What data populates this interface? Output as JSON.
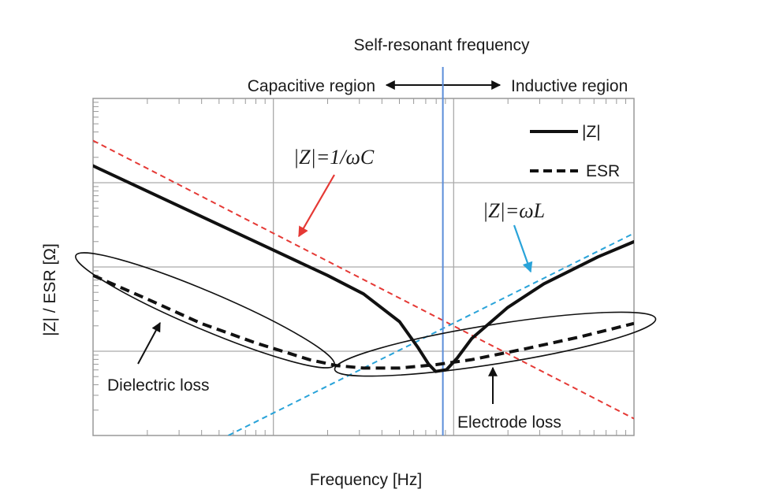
{
  "chart_data": {
    "type": "line",
    "title": "Self-resonant frequency",
    "xlabel": "Frequency [Hz]",
    "ylabel": "|Z| / ESR [Ω]",
    "x_scale": "log",
    "y_scale": "log",
    "x_decades": 3,
    "y_decades": 4,
    "xlim": [
      0,
      3
    ],
    "ylim": [
      0,
      4
    ],
    "grid": true,
    "legend_position": "top-right",
    "region_labels": {
      "left": "Capacitive region",
      "right": "Inductive region"
    },
    "resonance_x": 1.94,
    "series": [
      {
        "name": "|Z|",
        "style": "solid",
        "color": "#111111",
        "points": [
          [
            0.0,
            3.2
          ],
          [
            0.3,
            2.9
          ],
          [
            0.6,
            2.6
          ],
          [
            1.0,
            2.2
          ],
          [
            1.3,
            1.9
          ],
          [
            1.5,
            1.68
          ],
          [
            1.7,
            1.35
          ],
          [
            1.8,
            1.05
          ],
          [
            1.86,
            0.85
          ],
          [
            1.9,
            0.76
          ],
          [
            1.96,
            0.78
          ],
          [
            2.02,
            0.92
          ],
          [
            2.1,
            1.15
          ],
          [
            2.3,
            1.52
          ],
          [
            2.5,
            1.8
          ],
          [
            2.8,
            2.12
          ],
          [
            3.0,
            2.3
          ]
        ]
      },
      {
        "name": "ESR",
        "style": "dashed",
        "color": "#111111",
        "points": [
          [
            0.0,
            1.9
          ],
          [
            0.3,
            1.62
          ],
          [
            0.6,
            1.33
          ],
          [
            0.9,
            1.1
          ],
          [
            1.2,
            0.9
          ],
          [
            1.35,
            0.83
          ],
          [
            1.5,
            0.8
          ],
          [
            1.7,
            0.8
          ],
          [
            1.9,
            0.84
          ],
          [
            2.1,
            0.9
          ],
          [
            2.4,
            1.03
          ],
          [
            2.7,
            1.17
          ],
          [
            3.0,
            1.33
          ]
        ]
      }
    ],
    "asymptotes": [
      {
        "label": "|Z|=1/ωC",
        "color": "#e53935",
        "points": [
          [
            0.0,
            3.5
          ],
          [
            3.0,
            0.2
          ]
        ]
      },
      {
        "label": "|Z|=ωL",
        "color": "#29a3d9",
        "points": [
          [
            0.75,
            0.0
          ],
          [
            3.0,
            2.4
          ]
        ]
      }
    ],
    "annotations": [
      {
        "text": "Dielectric loss",
        "target": "ESR low-frequency section"
      },
      {
        "text": "Electrode loss",
        "target": "ESR high-frequency section"
      }
    ]
  },
  "legend": {
    "items": [
      {
        "label": "|Z|",
        "style": "solid"
      },
      {
        "label": "ESR",
        "style": "dashed"
      }
    ]
  },
  "colors": {
    "grid": "#aaaaaa",
    "frame": "#999999",
    "resonance_line": "#5b8dd9",
    "capacitive_asymptote": "#e53935",
    "inductive_asymptote": "#29a3d9",
    "curve": "#111111"
  }
}
